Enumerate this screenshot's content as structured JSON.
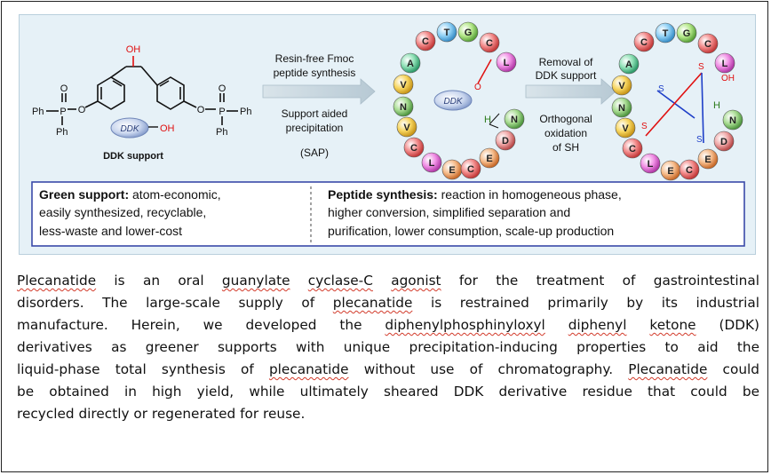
{
  "graphic": {
    "step1_line1": "Resin-free Fmoc",
    "step1_line2": "peptide synthesis",
    "step1b_line1": "Support aided",
    "step1b_line2": "precipitation",
    "step1b_line3": "(SAP)",
    "step2_line1": "Removal of",
    "step2_line2": "DDK support",
    "step2b_line1": "Orthogonal",
    "step2b_line2": "oxidation",
    "step2b_line3": "of SH",
    "ddk_label": "DDK",
    "oh_label": "OH",
    "ddk_support_label": "DDK support",
    "oh_top": "OH",
    "ph": "Ph",
    "p": "P",
    "o": "O",
    "h": "H",
    "n": "N",
    "s": "S",
    "info_left_title": "Green support:",
    "info_left_line1": " atom-economic,",
    "info_left_line2": "easily synthesized, recyclable,",
    "info_left_line3": "less-waste and lower-cost",
    "info_right_title": "Peptide synthesis:",
    "info_right_line1": " reaction in homogeneous phase,",
    "info_right_line2": "higher conversion,  simplified separation and",
    "info_right_line3": "purification, lower consumption, scale-up production",
    "residues": [
      "C",
      "T",
      "G",
      "C",
      "L",
      "A",
      "V",
      "N",
      "V",
      "C",
      "L",
      "E",
      "C",
      "E",
      "D",
      "N"
    ],
    "residue_colors": {
      "C": "#f26a6a",
      "T": "#7ec8f0",
      "G": "#a6e07a",
      "L": "#ee7de0",
      "A": "#7fd8a8",
      "V": "#f5cf4a",
      "N": "#9fd68a",
      "E": "#f5b07a",
      "D": "#f0a0a0"
    }
  },
  "abstract": {
    "lines": [
      [
        "Plecanatide",
        " is an oral ",
        "guanylate",
        " ",
        "cyclase-C",
        " ",
        "agonist",
        " for the treatment of gastrointestinal"
      ],
      [
        "disorders. The large-scale supply of ",
        "plecanatide",
        " is restrained primarily by its industrial"
      ],
      [
        "manufacture. Herein, we developed the ",
        "diphenylphosphinyloxyl",
        " ",
        "diphenyl",
        " ",
        "ketone",
        " (DDK)"
      ],
      [
        "derivatives as greener supports with unique precipitation-inducing properties to aid the"
      ],
      [
        "liquid-phase total synthesis of ",
        "plecanatide",
        " without use of chromatography. ",
        "Plecanatide",
        " could"
      ],
      [
        "be obtained in high yield, while ultimately sheared DDK derivative residue that could be"
      ],
      [
        "recycled directly or regenerated for reuse."
      ]
    ]
  }
}
